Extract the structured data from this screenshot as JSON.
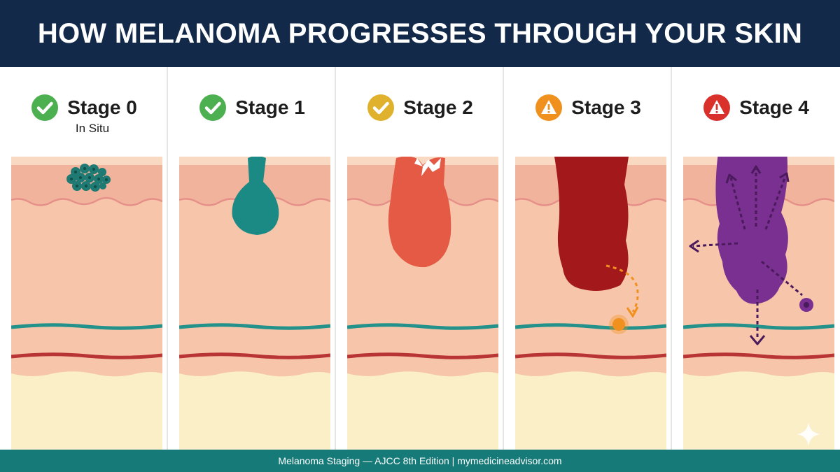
{
  "header": {
    "title": "HOW MELANOMA PROGRESSES THROUGH YOUR SKIN"
  },
  "stages": [
    {
      "label": "Stage 0",
      "sub": "In Situ",
      "status_icon": "check-icon",
      "status_color": "#4caf50"
    },
    {
      "label": "Stage 1",
      "sub": "",
      "status_icon": "check-icon",
      "status_color": "#4caf50"
    },
    {
      "label": "Stage 2",
      "sub": "",
      "status_icon": "check-icon",
      "status_color": "#e0b12c"
    },
    {
      "label": "Stage 3",
      "sub": "",
      "status_icon": "warning-icon",
      "status_color": "#f0901e"
    },
    {
      "label": "Stage 4",
      "sub": "",
      "status_icon": "warning-icon",
      "status_color": "#d9302c"
    }
  ],
  "tumor_colors": {
    "stage0": "#1f7a74",
    "stage1": "#1c8a84",
    "stage2": "#e45a45",
    "stage3": "#a3191b",
    "stage4": "#7a3091"
  },
  "footer": {
    "text": "Melanoma Staging — AJCC 8th Edition | mymedicineadvisor.com"
  }
}
